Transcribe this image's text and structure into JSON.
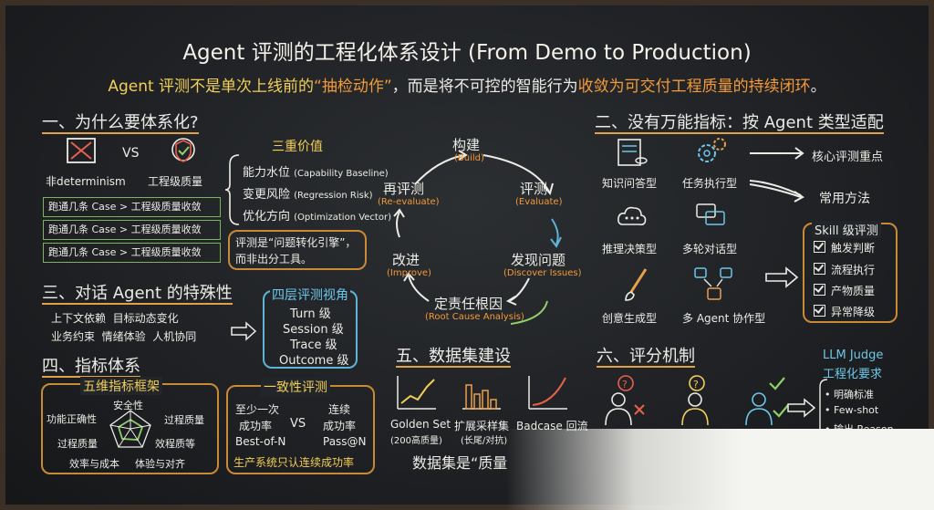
{
  "header": {
    "title": "Agent 评测的工程化体系设计 (From Demo to Production)",
    "subtitle_prefix": "Agent 评测不是单次上线前的",
    "subtitle_quote": "“抽检动作”",
    "subtitle_mid": "，而是将不可控的智能行为",
    "subtitle_em": "收敛为可交付工程质量的持续闭环",
    "subtitle_end": "。"
  },
  "sec1": {
    "title": "一、为什么要体系化?",
    "left_label": "非determinism",
    "vs": "VS",
    "right_label": "工程级质量",
    "rows": [
      "跑通几条 Case > 工程级质量收敛",
      "跑通几条 Case > 工程级质量收敛",
      "跑通几条 Case > 工程级质量收敛"
    ],
    "value_title": "三重价值",
    "values": [
      {
        "label": "能力水位",
        "en": "(Capability Baseline)"
      },
      {
        "label": "变更风险",
        "en": "(Regression Risk)"
      },
      {
        "label": "优化方向",
        "en": "(Optimization Vector)"
      }
    ],
    "note_line1": "评测是“问题转化引擎”，",
    "note_line2": "而非出分工具。"
  },
  "cycle": {
    "build": "构建",
    "build_en": "(Build)",
    "evaluate": "评测",
    "evaluate_en": "(Evaluate)",
    "discover": "发现问题",
    "discover_en": "(Discover Issues)",
    "rootcause": "定责任根因",
    "rootcause_en": "(Root Cause Analysis)",
    "improve": "改进",
    "improve_en": "(Improve)",
    "reeval": "再评测",
    "reeval_en": "(Re-evaluate)"
  },
  "sec2": {
    "title": "二、没有万能指标：按 Agent 类型适配",
    "types": [
      "知识问答型",
      "任务执行型",
      "推理决策型",
      "多轮对话型",
      "创意生成型",
      "多 Agent 协作型"
    ],
    "focus": "核心评测重点",
    "methods": "常用方法",
    "skill_title": "Skill 级评测",
    "skill_items": [
      "触发判断",
      "流程执行",
      "产物质量",
      "异常降级"
    ]
  },
  "sec3": {
    "title": "三、对话 Agent 的特殊性",
    "line1": "上下文依赖  目标动态变化",
    "line2": "业务约束  情绪体验  人机协同",
    "view_title": "四层评测视角",
    "views": [
      "Turn 级",
      "Session 级",
      "Trace 级",
      "Outcome 级"
    ]
  },
  "sec4": {
    "title": "四、指标体系",
    "framework_title": "五维指标框架",
    "dims": [
      "安全性",
      "功能正确性",
      "过程质量",
      "过程质量",
      "效程质等",
      "效率与成本",
      "体验与对齐"
    ],
    "consistency_title": "一致性评测",
    "left_top": "至少一次",
    "left_mid": "成功率",
    "vs": "VS",
    "right_top": "连续",
    "right_mid": "成功率",
    "left_bottom": "Best-of-N",
    "right_bottom": "Pass@N",
    "footer": "生产系统只认连续成功率"
  },
  "sec5": {
    "title": "五、数据集建设",
    "items": [
      {
        "label": "Golden Set",
        "sub": "(200高质量)"
      },
      {
        "label": "扩展采样集",
        "sub": "(长尾/对抗)"
      },
      {
        "label": "Badcase 回流",
        "sub": ""
      }
    ],
    "quote": "数据集是“质量"
  },
  "sec6": {
    "title": "六、评分机制",
    "judge_title_1": "LLM Judge",
    "judge_title_2": "工程化要求",
    "judge_items": [
      "明确标准",
      "Few-shot",
      "输出 Reason"
    ]
  },
  "colors": {
    "accent_orange": "#f39a3a",
    "accent_yellow": "#f2cf58",
    "accent_cyan": "#6cc7e8",
    "accent_green": "#8fd06b",
    "chalk_white": "#ecece6",
    "board": "#232528"
  }
}
